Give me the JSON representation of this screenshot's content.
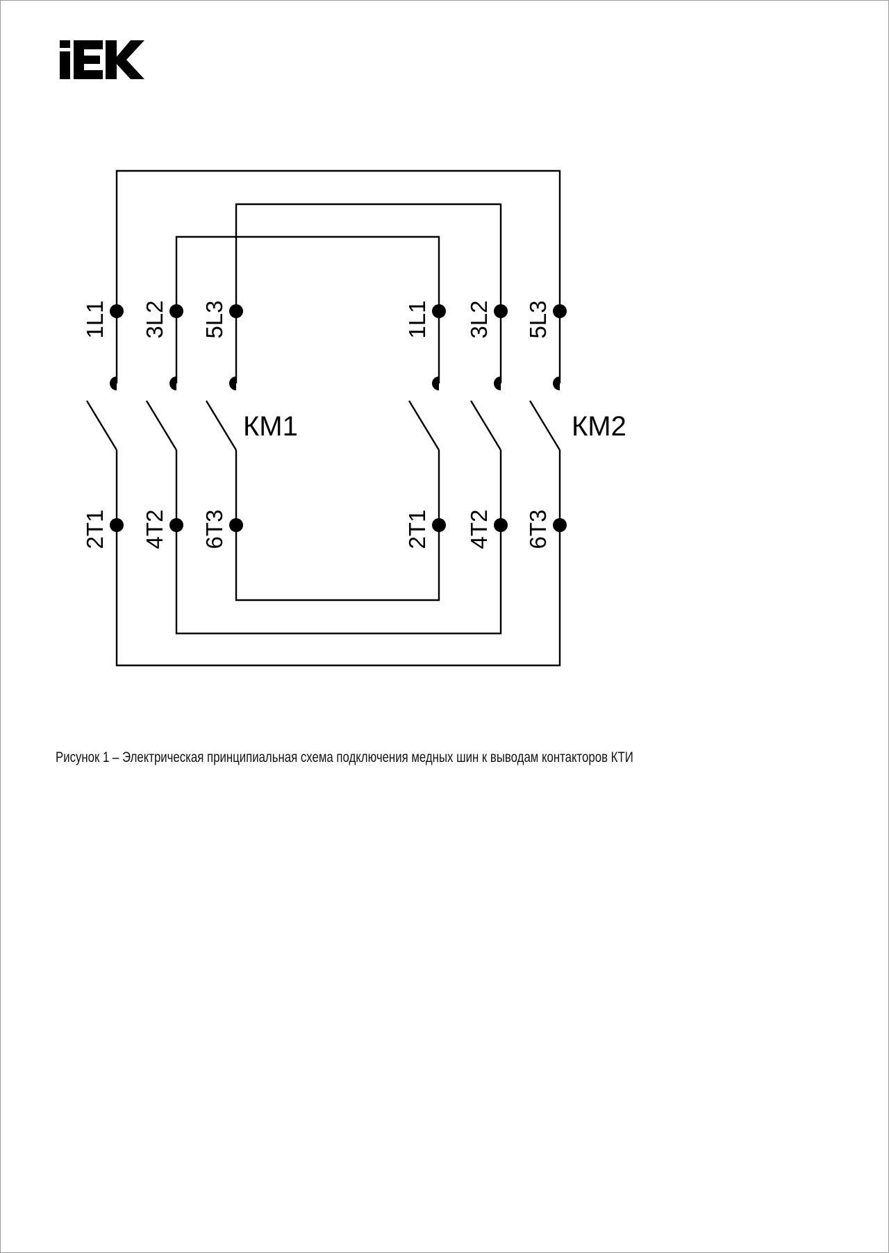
{
  "brand": {
    "logo_text": "IEK",
    "color": "#000000"
  },
  "diagram": {
    "contactors": [
      {
        "name": "КМ1",
        "line_terminals": [
          "1L1",
          "3L2",
          "5L3"
        ],
        "load_terminals": [
          "2T1",
          "4T2",
          "6T3"
        ]
      },
      {
        "name": "КМ2",
        "line_terminals": [
          "1L1",
          "3L2",
          "5L3"
        ],
        "load_terminals": [
          "2T1",
          "4T2",
          "6T3"
        ]
      }
    ]
  },
  "caption": "Рисунок 1 – Электрическая принципиальная схема подключения медных шин к выводам контакторов КТИ"
}
